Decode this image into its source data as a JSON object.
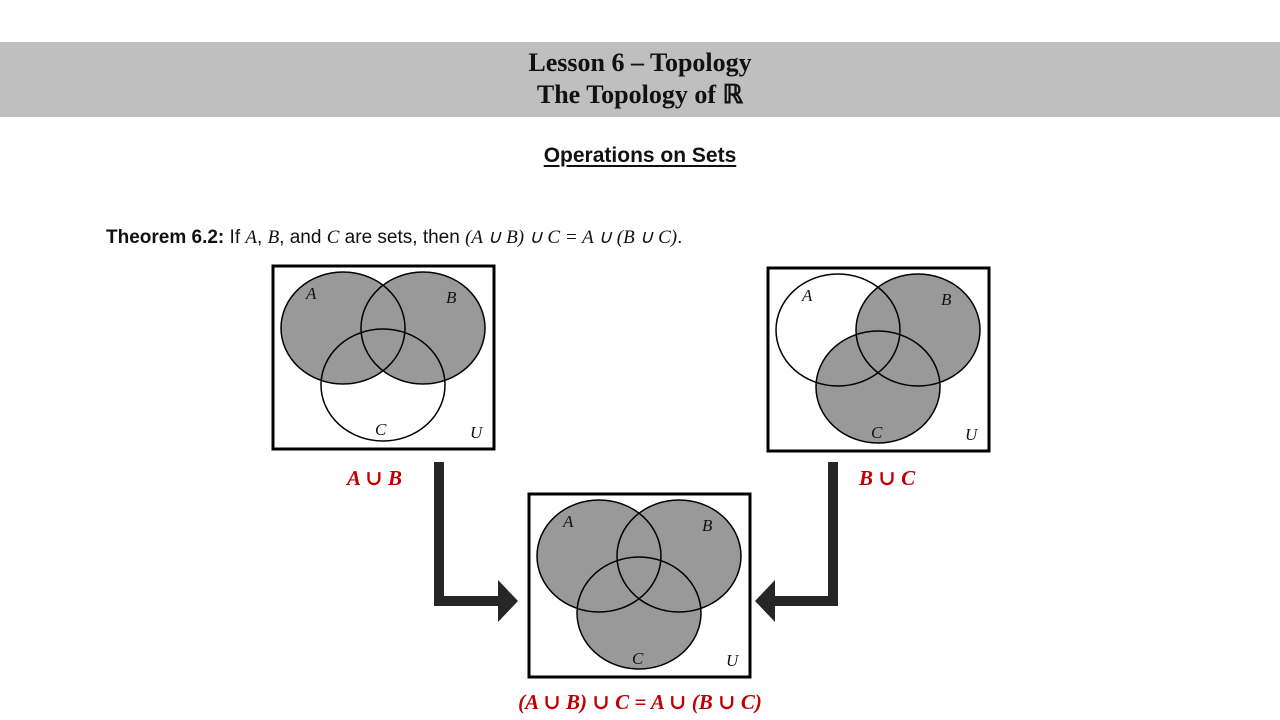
{
  "header": {
    "line1": "Lesson 6 – Topology",
    "line2": "The Topology of ℝ",
    "band_color": "#bfbfbf"
  },
  "section": {
    "title": "Operations on Sets"
  },
  "theorem": {
    "label": "Theorem 6.2:",
    "text_prefix": " If ",
    "var_a": "A",
    "sep1": ", ",
    "var_b": "B",
    "sep2": ", and ",
    "var_c": "C",
    "text_mid": " are sets, then ",
    "equation": "(A ∪ B) ∪ C = A ∪ (B ∪ C)",
    "end": "."
  },
  "diagrams": {
    "left": {
      "caption": "A ∪ B",
      "labels": {
        "a": "A",
        "b": "B",
        "c": "C",
        "u": "U"
      },
      "shaded": [
        "A",
        "B"
      ]
    },
    "right": {
      "caption": "B ∪ C",
      "labels": {
        "a": "A",
        "b": "B",
        "c": "C",
        "u": "U"
      },
      "shaded": [
        "B",
        "C"
      ]
    },
    "bottom": {
      "caption": "(A ∪ B) ∪ C = A ∪ (B ∪ C)",
      "labels": {
        "a": "A",
        "b": "B",
        "c": "C",
        "u": "U"
      },
      "shaded": [
        "A",
        "B",
        "C"
      ]
    }
  },
  "colors": {
    "shade": "#999999",
    "caption": "#c00000",
    "arrow": "#262626"
  }
}
